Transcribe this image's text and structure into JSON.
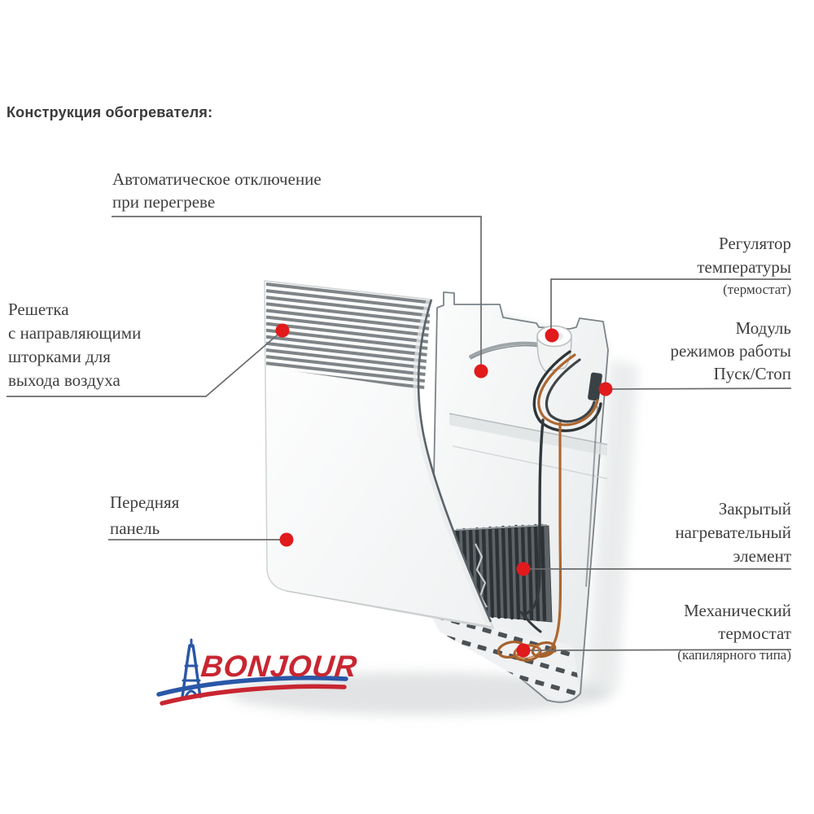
{
  "heading": "Конструкция обогревателя:",
  "labels": {
    "auto_off": "Автоматическое отключение\nпри перегреве",
    "grille": "Решетка\nс направляющими\nшторками для\nвыхода воздуха",
    "front_panel": "Передняя\nпанель",
    "regulator": {
      "lines": "Регулятор\nтемпературы",
      "note": "(термостат)"
    },
    "module": "Модуль\nрежимов работы\nПуск/Стоп",
    "heating_element": "Закрытый\nнагревательный\nэлемент",
    "mech_thermostat": {
      "lines": "Механический\nтермостат",
      "note": "(капилярного типа)"
    }
  },
  "logo": {
    "text": "BONJOUR",
    "icon": "eiffel-tower-icon"
  },
  "colors": {
    "callout_dot": "#e11a1c",
    "leader_line": "#6b6b6b",
    "text": "#3f3f3f",
    "logo_red": "#c82631",
    "logo_blue": "#2a57a8",
    "copper_wire": "#ad6731",
    "element_dark": "#2d3236"
  }
}
